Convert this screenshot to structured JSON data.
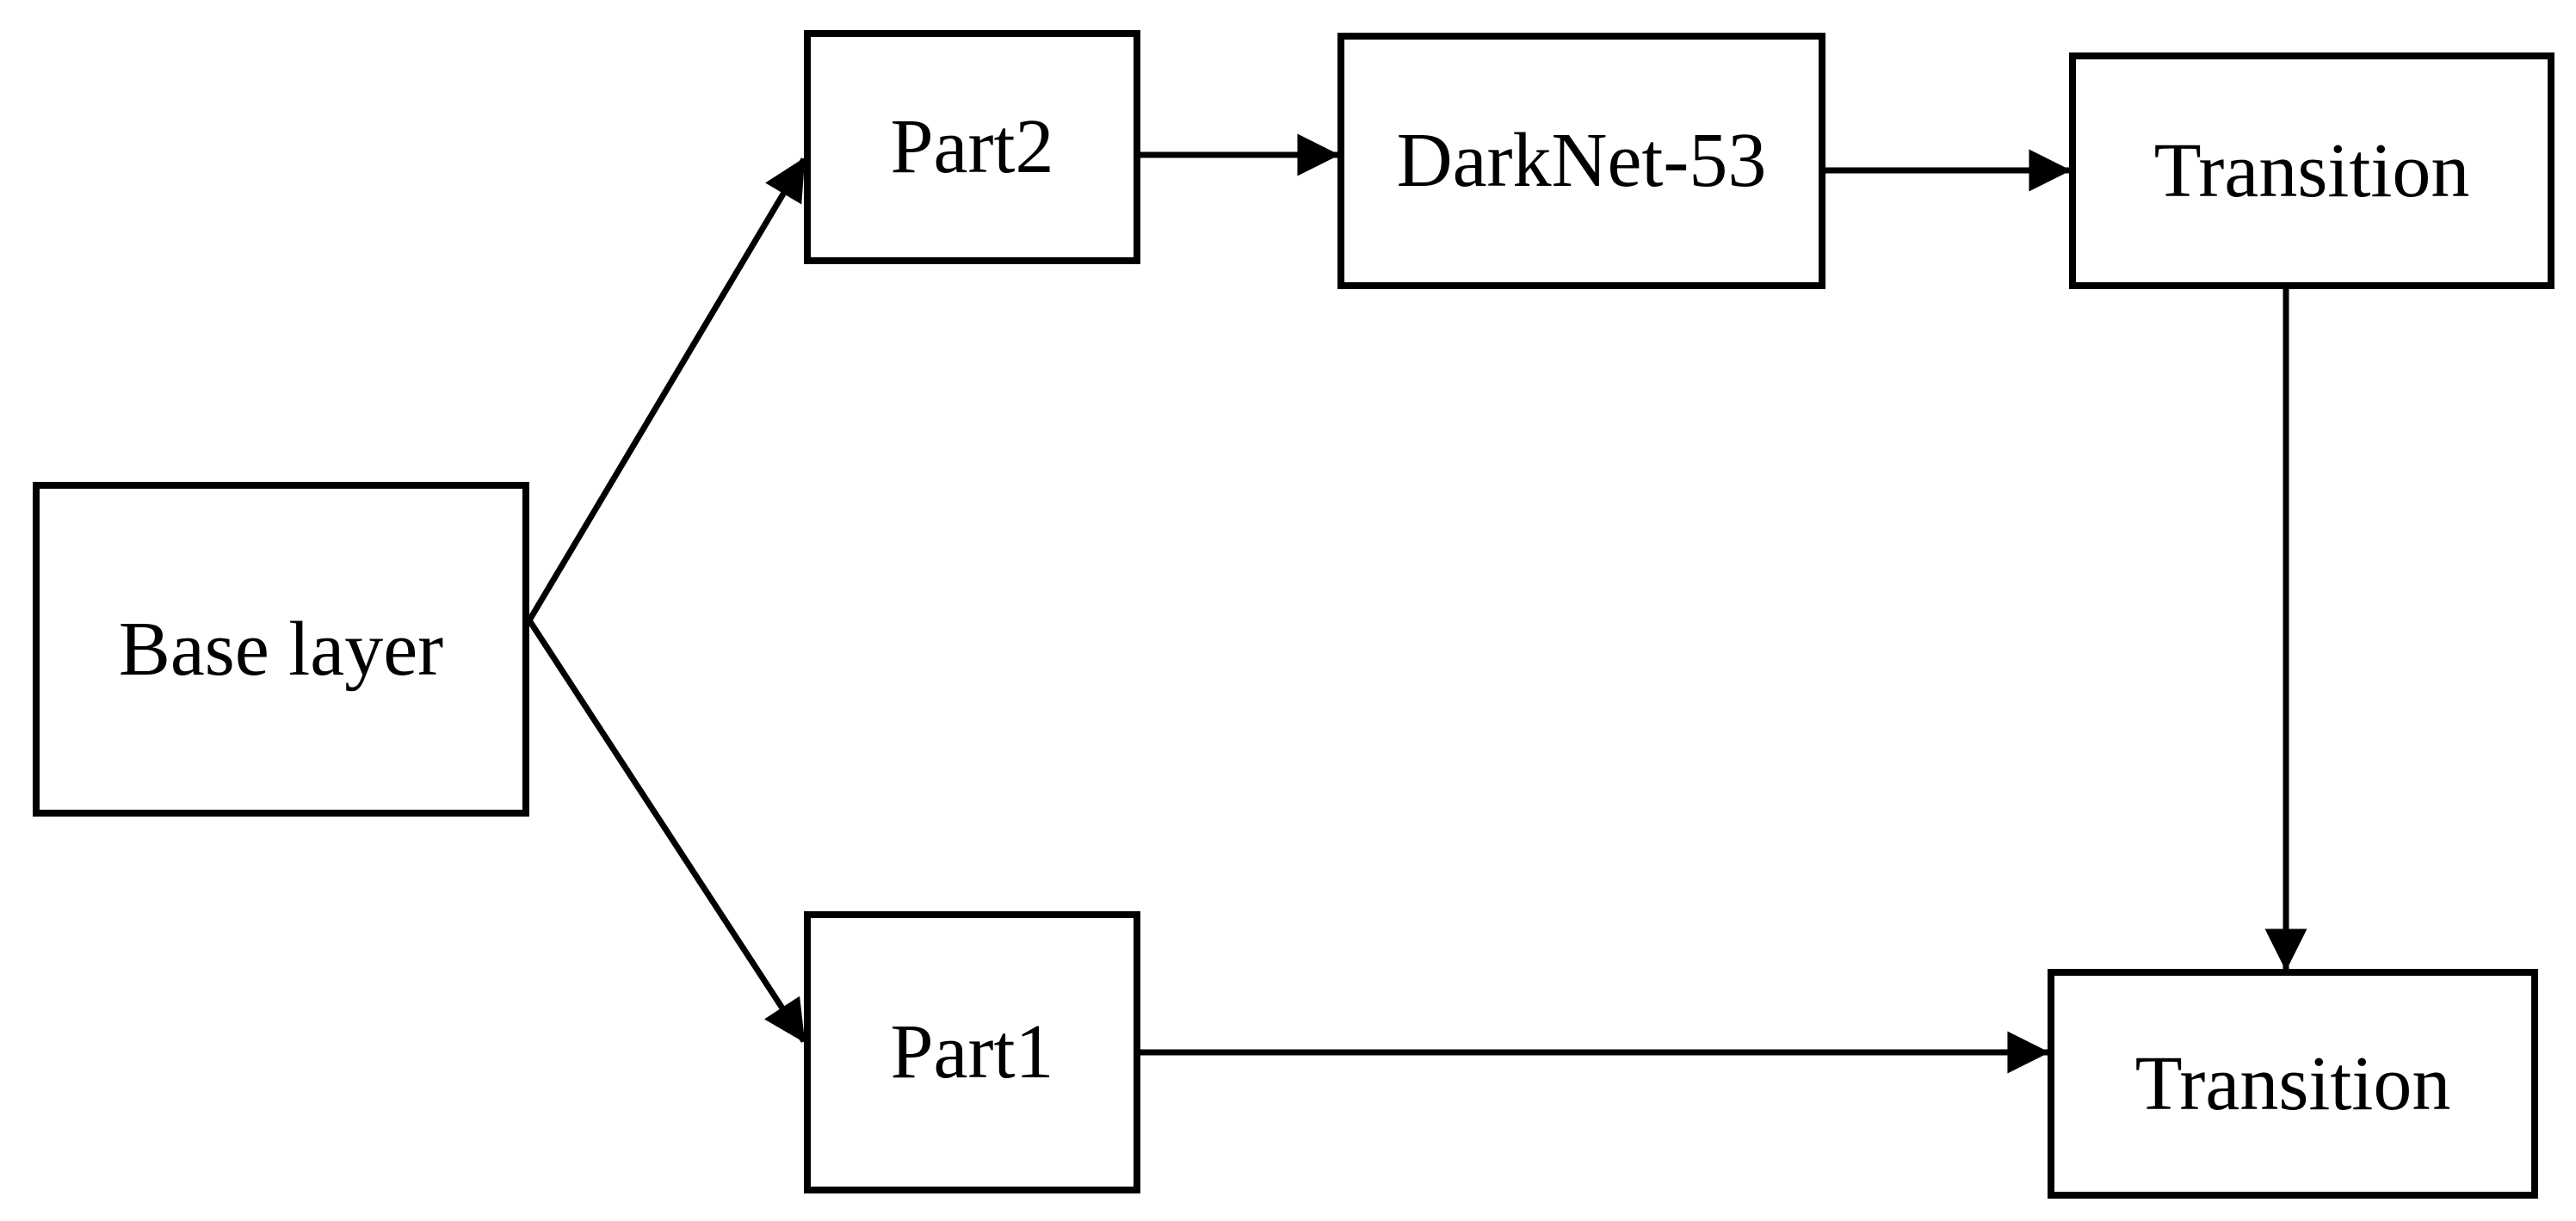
{
  "figure": {
    "type": "flow-diagram",
    "background_color": "#ffffff",
    "line_color": "#000000",
    "nodes": [
      {
        "id": "base-layer",
        "label": "Base layer"
      },
      {
        "id": "part2",
        "label": "Part2"
      },
      {
        "id": "darknet-53",
        "label": "DarkNet-53"
      },
      {
        "id": "transition-top",
        "label": "Transition"
      },
      {
        "id": "part1",
        "label": "Part1"
      },
      {
        "id": "transition-bottom",
        "label": "Transition"
      }
    ],
    "edges": [
      {
        "from": "base-layer",
        "to": "part2",
        "direction": "diagonal-up-right"
      },
      {
        "from": "base-layer",
        "to": "part1",
        "direction": "diagonal-down-right"
      },
      {
        "from": "part2",
        "to": "darknet-53",
        "direction": "horizontal-right"
      },
      {
        "from": "darknet-53",
        "to": "transition-top",
        "direction": "horizontal-right"
      },
      {
        "from": "transition-top",
        "to": "transition-bottom",
        "direction": "vertical-down"
      },
      {
        "from": "part1",
        "to": "transition-bottom",
        "direction": "horizontal-right"
      }
    ]
  }
}
